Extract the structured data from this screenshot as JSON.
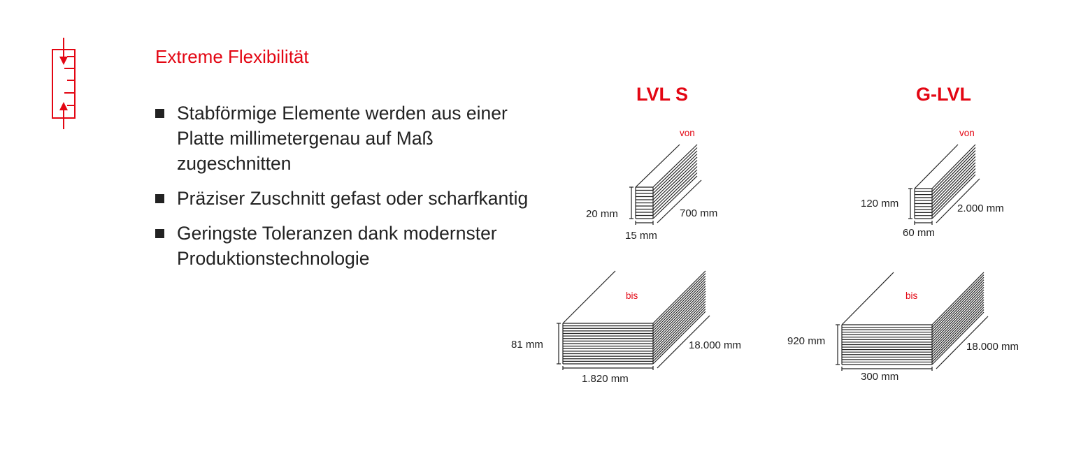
{
  "title": "Extreme Flexibilität",
  "bullets": [
    "Stabförmige Elemente werden aus einer Platte millimetergenau auf Maß zugeschnitten",
    "Präziser Zuschnitt gefast oder scharf­kantig",
    "Geringste Toleranzen dank modernster Produktionstechnologie"
  ],
  "products": [
    {
      "name": "LVL S",
      "min": {
        "label": "von",
        "height": "20 mm",
        "width": "15 mm",
        "length": "700 mm"
      },
      "max": {
        "label": "bis",
        "height": "81 mm",
        "width": "1.820 mm",
        "length": "18.000 mm"
      }
    },
    {
      "name": "G-LVL",
      "min": {
        "label": "von",
        "height": "120 mm",
        "width": "60 mm",
        "length": "2.000 mm"
      },
      "max": {
        "label": "bis",
        "height": "920 mm",
        "width": "300 mm",
        "length": "18.000 mm"
      }
    }
  ],
  "colors": {
    "accent": "#e30613",
    "text": "#222222"
  }
}
